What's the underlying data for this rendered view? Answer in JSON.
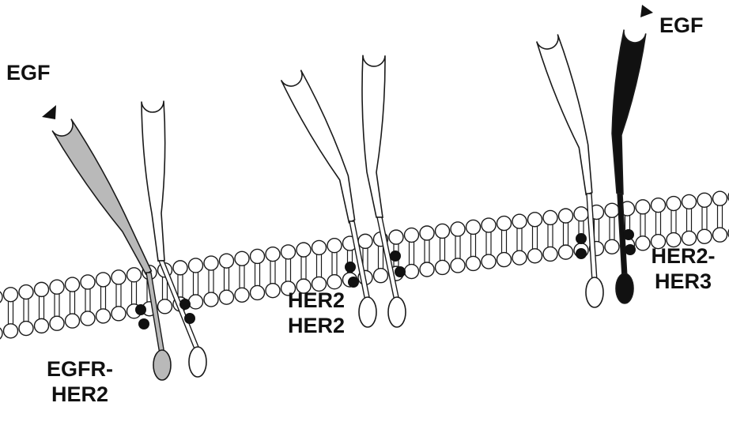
{
  "colors": {
    "outline": "#1a1a1a",
    "egfr_fill": "#b9b9b9",
    "her2_fill": "#ffffff",
    "her3_fill": "#111111",
    "phosphate": "#111111",
    "bead": "#ffffff"
  },
  "labels": {
    "egf_left": "EGF",
    "egf_right": "EGF",
    "dimer1": {
      "line1": "EGFR-",
      "line2": "HER2"
    },
    "dimer2": {
      "line1": "HER2",
      "line2": "HER2"
    },
    "dimer3": {
      "line1": "HER2-",
      "line2": "HER3"
    }
  },
  "icons": {
    "ligand": "triangle-marker",
    "phosphate": "filled-circle",
    "membrane": "lipid-bilayer"
  }
}
